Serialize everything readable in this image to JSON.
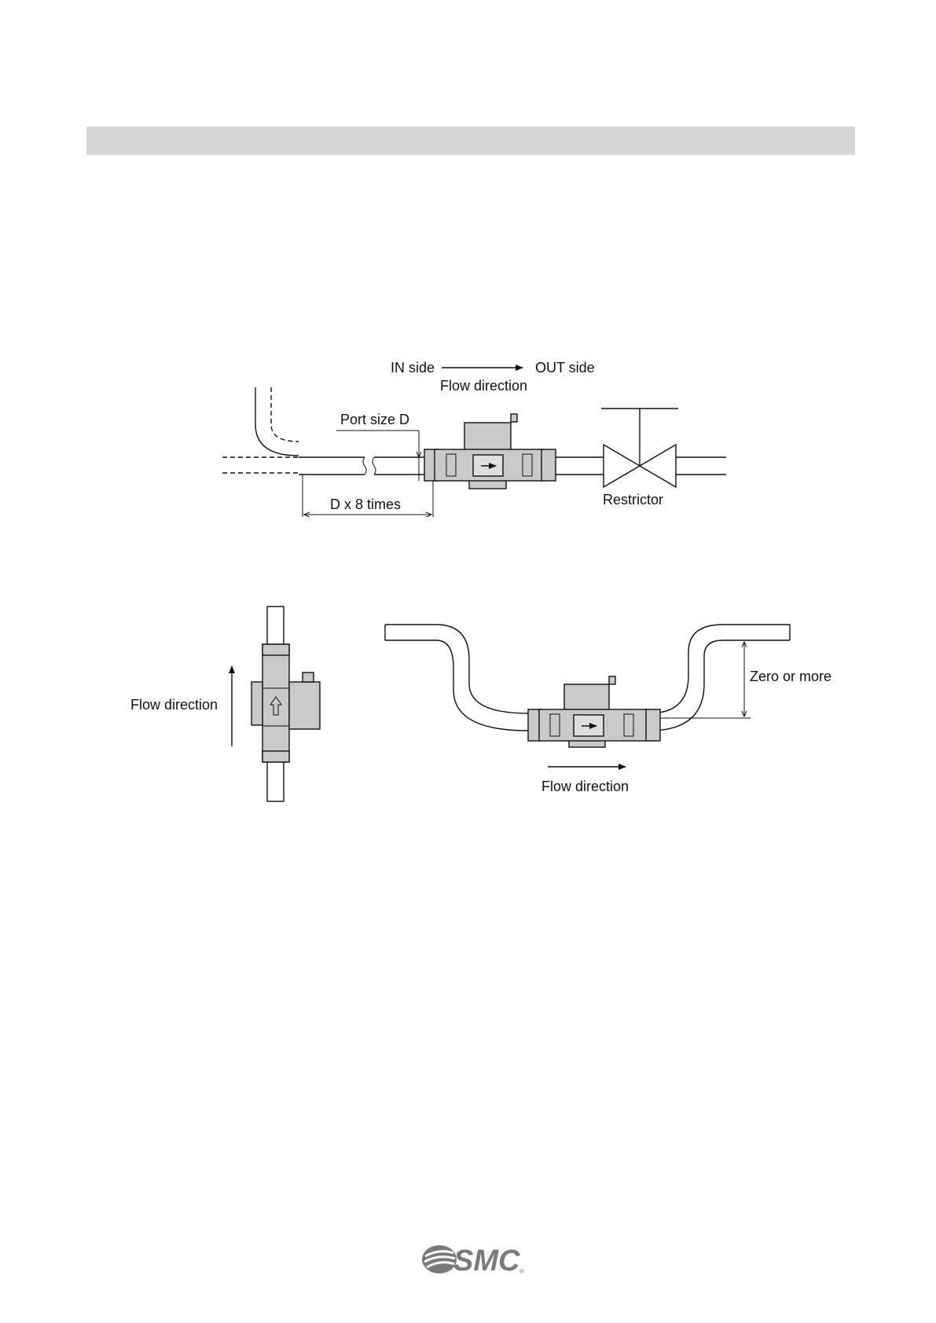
{
  "diagram1": {
    "in_side": "IN side",
    "out_side": "OUT side",
    "flow_direction": "Flow direction",
    "port_size": "Port size D",
    "straight_length": "D x 8 times",
    "restrictor": "Restrictor"
  },
  "diagram2": {
    "flow_direction": "Flow direction"
  },
  "diagram3": {
    "zero_or_more": "Zero or more",
    "flow_direction": "Flow direction"
  },
  "footer": {
    "logo_text": "SMC",
    "logo_mark": "®"
  },
  "colors": {
    "header_bar": "#d6d6d6",
    "sensor_body": "#c9c9c9",
    "logo": "#7a7a7a"
  }
}
